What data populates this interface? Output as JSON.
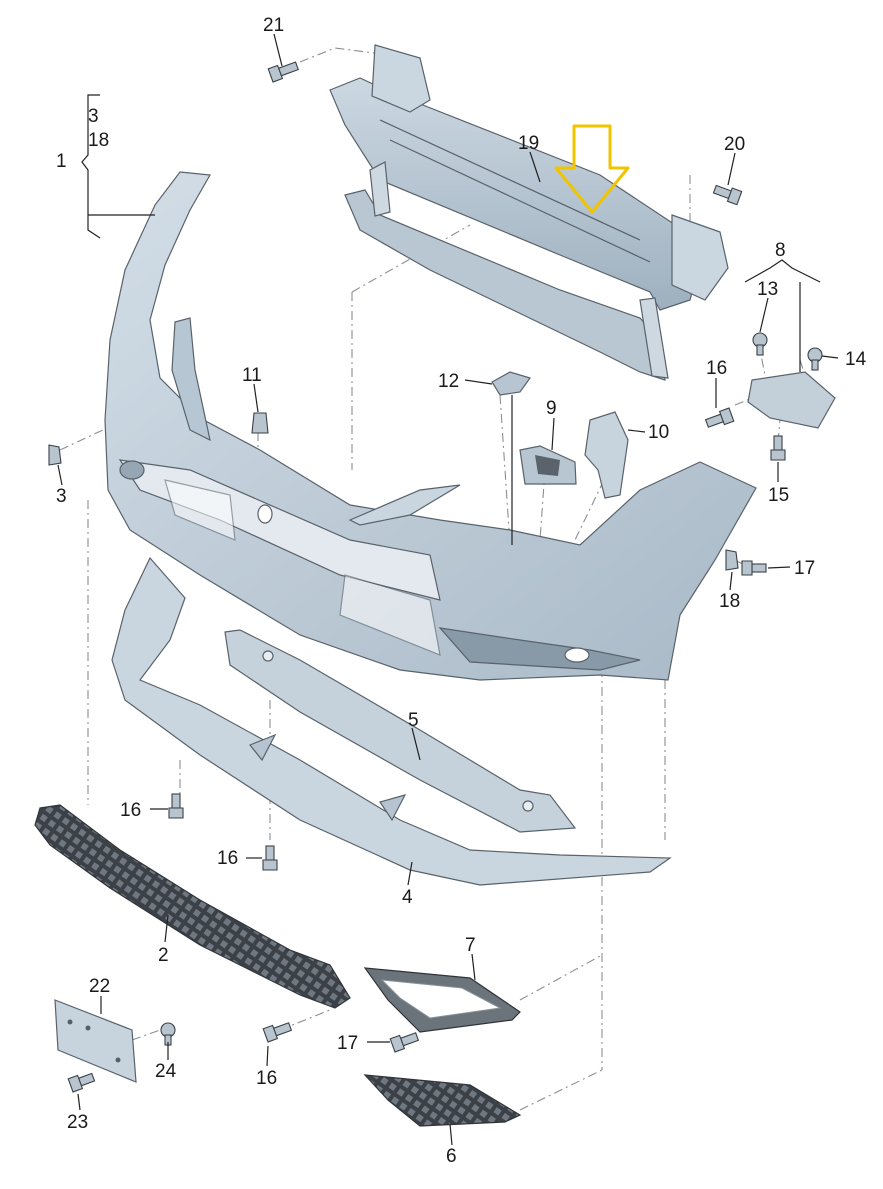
{
  "callouts": {
    "c1": "1",
    "c2": "2",
    "c3a": "3",
    "c3b": "3",
    "c4": "4",
    "c5": "5",
    "c6": "6",
    "c7": "7",
    "c8": "8",
    "c9": "9",
    "c10": "10",
    "c11": "11",
    "c12": "12",
    "c13": "13",
    "c14": "14",
    "c15": "15",
    "c16a": "16",
    "c16b": "16",
    "c16c": "16",
    "c16d": "16",
    "c17a": "17",
    "c17b": "17",
    "c18a": "18",
    "c18b": "18",
    "c19": "19",
    "c20": "20",
    "c21": "21",
    "c22": "22",
    "c23": "23",
    "c24": "24"
  },
  "colors": {
    "part_fill": "#c4d1dc",
    "part_shade": "#9fb0bf",
    "grille_fill": "#3d4248",
    "arrow_highlight": "#f0c400"
  },
  "icons": {
    "highlight_arrow": "down-arrow-icon"
  }
}
